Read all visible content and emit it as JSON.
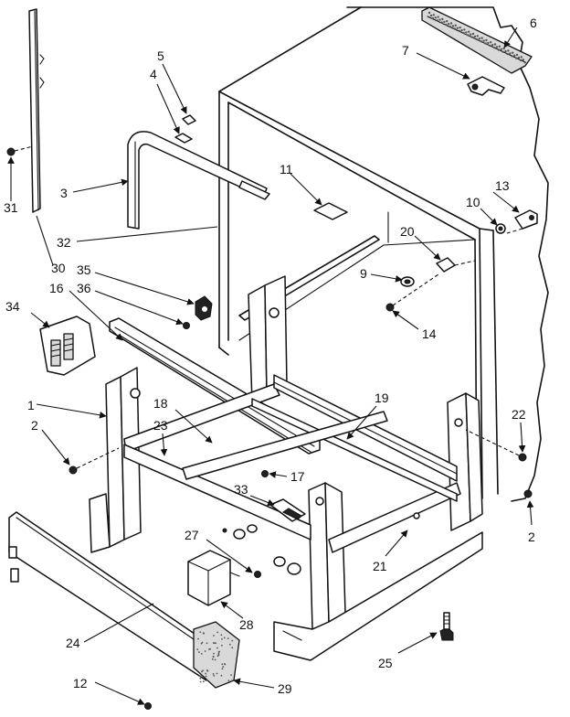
{
  "callouts": [
    {
      "key": "c1",
      "text": "1"
    },
    {
      "key": "c2a",
      "text": "2"
    },
    {
      "key": "c2b",
      "text": "2"
    },
    {
      "key": "c3",
      "text": "3"
    },
    {
      "key": "c4",
      "text": "4"
    },
    {
      "key": "c5",
      "text": "5"
    },
    {
      "key": "c6",
      "text": "6"
    },
    {
      "key": "c7",
      "text": "7"
    },
    {
      "key": "c9",
      "text": "9"
    },
    {
      "key": "c10",
      "text": "10"
    },
    {
      "key": "c11",
      "text": "11"
    },
    {
      "key": "c12",
      "text": "12"
    },
    {
      "key": "c13",
      "text": "13"
    },
    {
      "key": "c14",
      "text": "14"
    },
    {
      "key": "c16",
      "text": "16"
    },
    {
      "key": "c17",
      "text": "17"
    },
    {
      "key": "c18",
      "text": "18"
    },
    {
      "key": "c19",
      "text": "19"
    },
    {
      "key": "c20",
      "text": "20"
    },
    {
      "key": "c21",
      "text": "21"
    },
    {
      "key": "c22",
      "text": "22"
    },
    {
      "key": "c23",
      "text": "23"
    },
    {
      "key": "c24",
      "text": "24"
    },
    {
      "key": "c25",
      "text": "25"
    },
    {
      "key": "c27",
      "text": "27"
    },
    {
      "key": "c28",
      "text": "28"
    },
    {
      "key": "c29",
      "text": "29"
    },
    {
      "key": "c30",
      "text": "30"
    },
    {
      "key": "c31",
      "text": "31"
    },
    {
      "key": "c32",
      "text": "32"
    },
    {
      "key": "c33",
      "text": "33"
    },
    {
      "key": "c34",
      "text": "34"
    },
    {
      "key": "c35",
      "text": "35"
    },
    {
      "key": "c36",
      "text": "36"
    }
  ]
}
